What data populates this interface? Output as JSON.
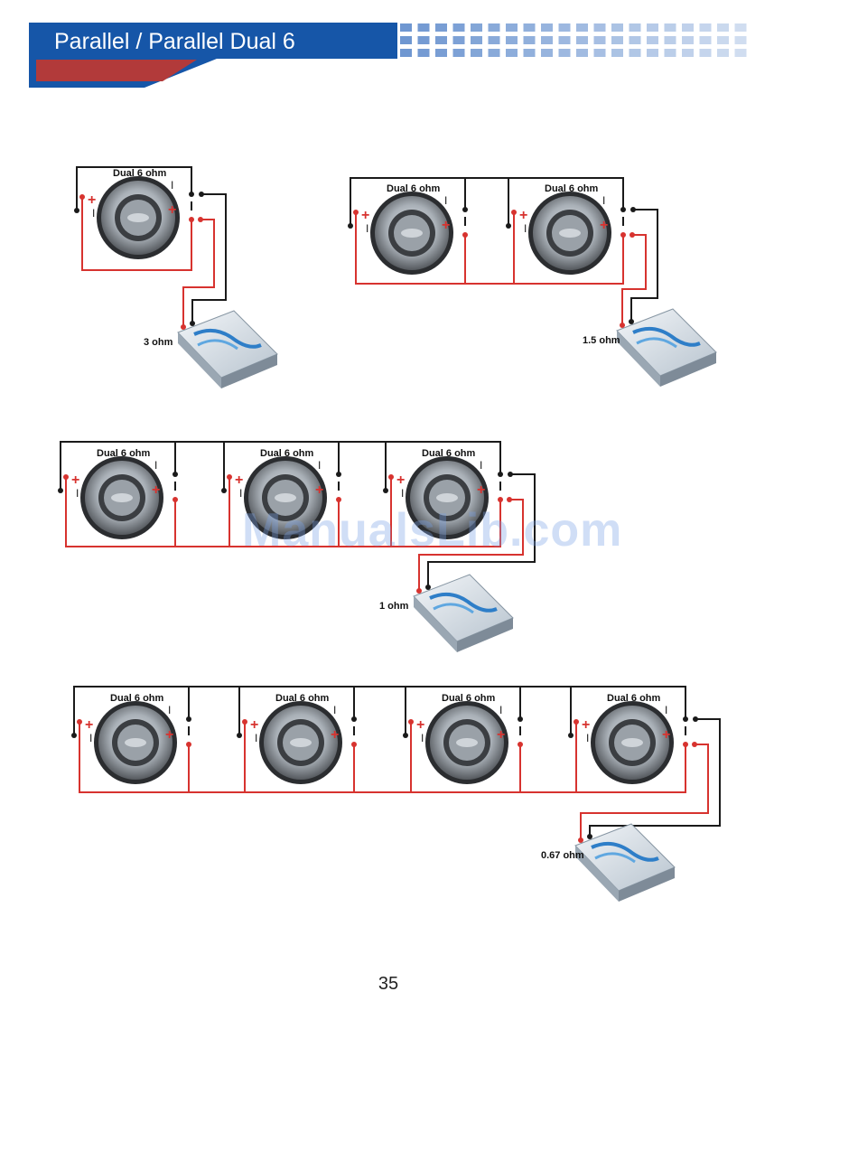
{
  "header": {
    "title": "Parallel / Parallel Dual 6"
  },
  "colors": {
    "header_blue": "#1656a8",
    "header_red": "#b23a3a",
    "pixel_pattern": "#6f97d1",
    "positive_wire": "#d7332f",
    "negative_wire": "#1a1a1a",
    "watermark": "#8fb0ea"
  },
  "speaker_label": "Dual 6 ohm",
  "diagrams": [
    {
      "id": "one",
      "load": "3 ohm"
    },
    {
      "id": "two",
      "load": "1.5 ohm"
    },
    {
      "id": "three",
      "load": "1 ohm"
    },
    {
      "id": "four",
      "load": "0.67 ohm"
    }
  ],
  "terminal_symbols": {
    "positive": "+",
    "negative": "I"
  },
  "icons": [
    "subwoofer-icon",
    "amplifier-icon"
  ],
  "watermark": "ManualsLib.com",
  "page_number": "35"
}
